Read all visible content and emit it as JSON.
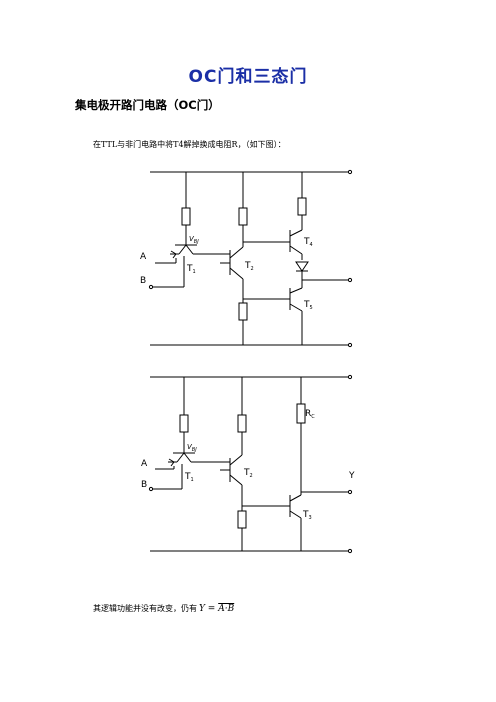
{
  "page": {
    "title": "OC门和三态门",
    "section_heading": "集电极开路门电路（OC门）",
    "intro_text": "在TTL与非门电路中将T4解掉换成电阻R，（如下图）：",
    "conclusion_text": "其逻辑功能并没有改变，仍有",
    "formula_lhs": "Y = ",
    "formula_rhs": "A·B"
  },
  "circuit1": {
    "input_a": "A",
    "input_b": "B",
    "vbj": "V",
    "vbj_sub": "BJ",
    "t1": "T",
    "t1_sub": "1",
    "t2": "T",
    "t2_sub": "2",
    "t4": "T",
    "t4_sub": "4",
    "t5": "T",
    "t5_sub": "5"
  },
  "circuit2": {
    "input_a": "A",
    "input_b": "B",
    "vbj": "V",
    "vbj_sub": "BJ",
    "t1": "T",
    "t1_sub": "1",
    "t2": "T",
    "t2_sub": "2",
    "t3": "T",
    "t3_sub": "3",
    "rc": "R",
    "rc_sub": "C",
    "output": "Y"
  }
}
